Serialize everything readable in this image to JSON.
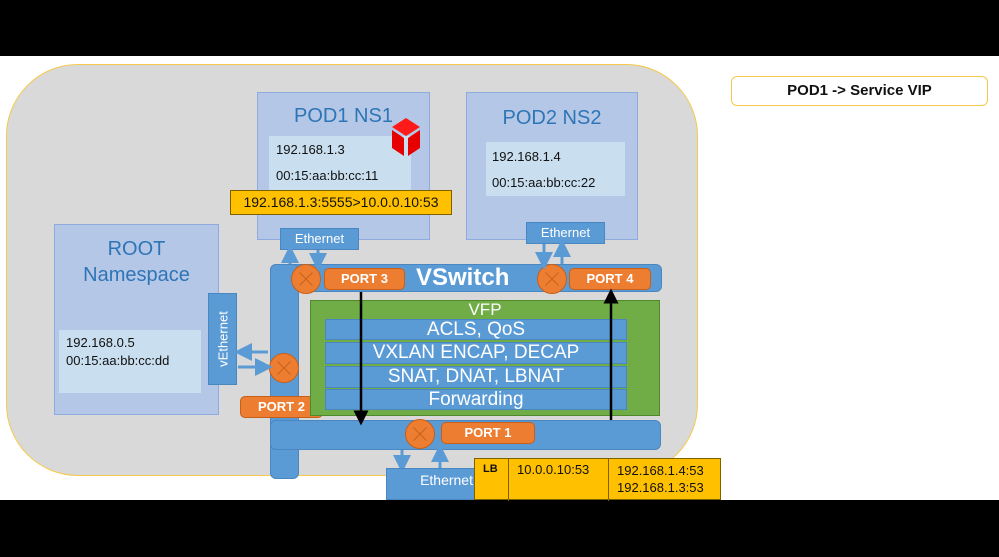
{
  "header": {
    "title": "POD1 -> Service VIP"
  },
  "pods": [
    {
      "title": "POD1 NS1",
      "ip": "192.168.1.3",
      "mac": "00:15:aa:bb:cc:11",
      "interface": "Ethernet",
      "icon": "red-cube-icon"
    },
    {
      "title": "POD2 NS2",
      "ip": "192.168.1.4",
      "mac": "00:15:aa:bb:cc:22",
      "interface": "Ethernet"
    }
  ],
  "root": {
    "title_line1": "ROOT",
    "title_line2": "Namespace",
    "ip": "192.168.0.5",
    "mac": "00:15:aa:bb:cc:dd",
    "interface": "vEthernet"
  },
  "packet_label": "192.168.1.3:5555>10.0.0.10:53",
  "vswitch": {
    "title": "VSwitch",
    "ports": {
      "port1": "PORT 1",
      "port2": "PORT 2",
      "port3": "PORT 3",
      "port4": "PORT 4"
    },
    "uplink_interface": "Ethernet"
  },
  "vfp": {
    "title": "VFP",
    "layers": [
      "ACLS, QoS",
      "VXLAN ENCAP, DECAP",
      "SNAT, DNAT, LBNAT",
      "Forwarding"
    ]
  },
  "lb_table": {
    "label": "LB",
    "vip": "10.0.0.10:53",
    "backends": [
      "192.168.1.4:53",
      "192.168.1.3:53"
    ]
  },
  "colors": {
    "accent_blue": "#5b9bd5",
    "port_orange": "#ed7d31",
    "vfp_green": "#70ad47",
    "highlight_yellow": "#ffc000",
    "ns_blue": "#b4c7e7"
  }
}
